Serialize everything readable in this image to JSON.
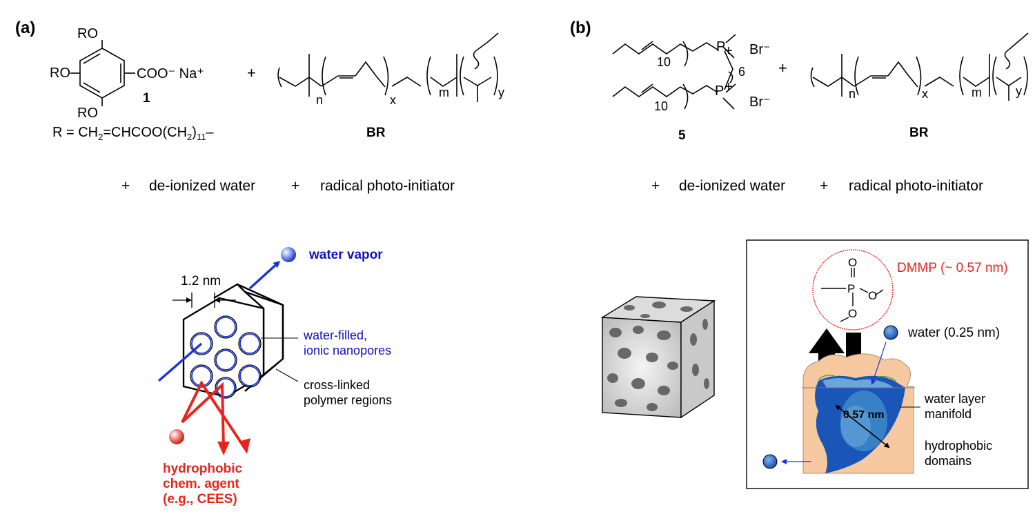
{
  "colors": {
    "black": "#000000",
    "blue_text": "#1010c0",
    "red_text": "#e8251c",
    "red_arrow": "#e8251c",
    "blue_arrow": "#1a33d6",
    "peach": "#f7c9a0",
    "deep_blue": "#1a55b8",
    "light_blue": "#6aa6d8",
    "cyan_blue": "#3d86c9",
    "dmmp_red": "#e8251c"
  },
  "panel_a": {
    "label": "(a)",
    "gallate": {
      "ro_top": "RO",
      "ro_mid": "RO",
      "ro_bot": "RO",
      "carboxylate": "COO⁻ Na⁺",
      "compound_number": "1",
      "r_definition_prefix": "R  =  CH",
      "r_sub_2a": "2",
      "r_definition_mid": "=CHCOO(CH",
      "r_sub_2b": "2",
      "r_definition_end": ")",
      "r_sub_11": "11",
      "r_dash": "–"
    },
    "plus_1": "+",
    "br": {
      "n": "n",
      "x": "x",
      "m": "m",
      "y": "y",
      "name": "BR"
    },
    "reagents": {
      "plus_a": "+",
      "water": "de-ionized water",
      "plus_b": "+",
      "initiator": "radical photo-initiator"
    },
    "schematic": {
      "water_vapor": "water vapor",
      "pore_size": "1.2 nm",
      "nanopores_line1": "water-filled,",
      "nanopores_line2": "ionic nanopores",
      "crosslinked_line1": "cross-linked",
      "crosslinked_line2": "polymer regions",
      "agent_line1": "hydrophobic",
      "agent_line2": "chem. agent",
      "agent_line3": "(e.g., CEES)"
    }
  },
  "panel_b": {
    "label": "(b)",
    "phosphonium": {
      "p_top": "P",
      "plus_top": "+",
      "br_top": "Br⁻",
      "ten_top": "10",
      "six": "6",
      "p_bot": "P",
      "plus_bot": "+",
      "br_bot": "Br⁻",
      "ten_bot": "10",
      "compound_number": "5"
    },
    "plus_1": "+",
    "br": {
      "n": "n",
      "x": "x",
      "m": "m",
      "y": "y",
      "name": "BR"
    },
    "reagents": {
      "plus_a": "+",
      "water": "de-ionized water",
      "plus_b": "+",
      "initiator": "radical photo-initiator"
    },
    "schematic": {
      "dmmp": "DMMP (~ 0.57 nm)",
      "dmmp_o_top": "O",
      "dmmp_p": "P",
      "dmmp_o_right": "O",
      "dmmp_o_bottom": "O",
      "water_label": "water (0.25 nm)",
      "layer_line1": "water layer",
      "layer_line2": "manifold",
      "hydro_line1": "hydrophobic",
      "hydro_line2": "domains",
      "dimension": "0.57 nm"
    }
  }
}
